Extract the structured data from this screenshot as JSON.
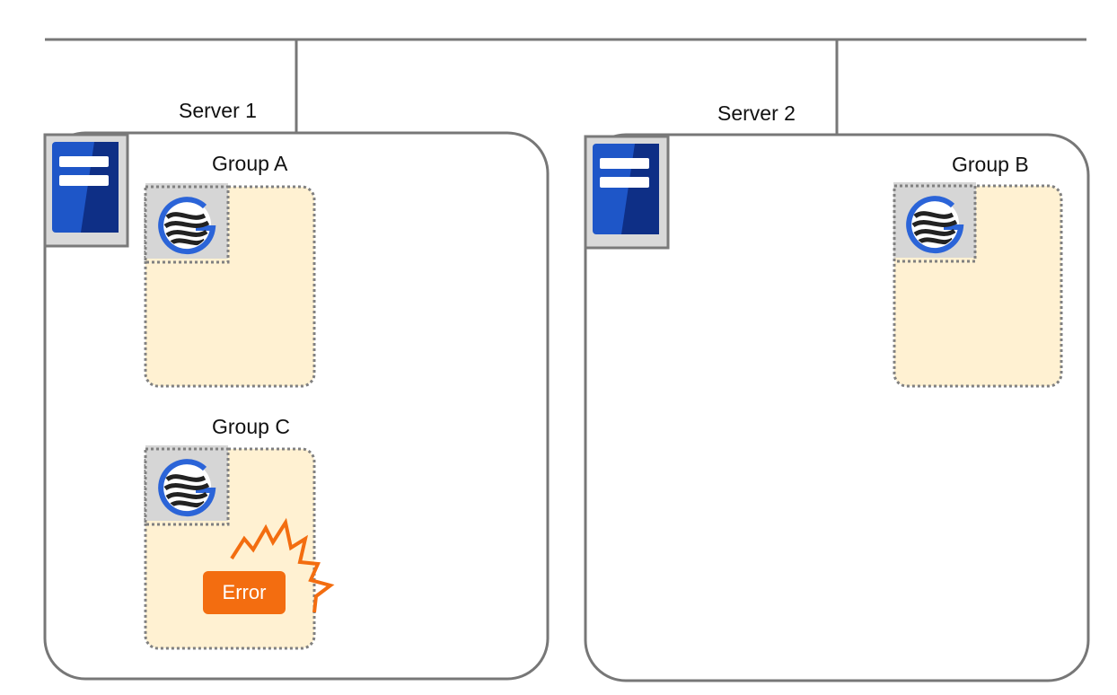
{
  "network": {
    "servers": [
      {
        "id": "server-1",
        "label": "Server 1",
        "icon": "server-icon"
      },
      {
        "id": "server-2",
        "label": "Server 2",
        "icon": "server-icon"
      }
    ],
    "groups": [
      {
        "id": "group-a",
        "label": "Group A",
        "server": "server-1",
        "icon": "cluster-resource-icon"
      },
      {
        "id": "group-c",
        "label": "Group C",
        "server": "server-1",
        "icon": "cluster-resource-icon",
        "status": "Error"
      },
      {
        "id": "group-b",
        "label": "Group B",
        "server": "server-2",
        "icon": "cluster-resource-icon"
      }
    ]
  },
  "colors": {
    "line": "#777777",
    "server_blue": "#1e56c8",
    "server_dark": "#0e2f86",
    "group_fill": "#fff1d2",
    "group_border": "#808080",
    "icon_bg": "#d6d6d6",
    "logo_blue": "#2b64d8",
    "error_orange": "#f36d10"
  }
}
